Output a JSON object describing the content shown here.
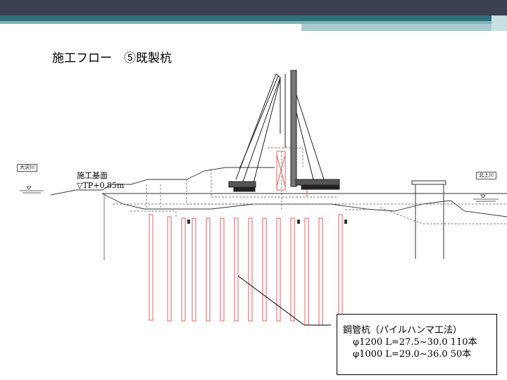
{
  "title": "施工フロー　⑤既製杭",
  "rivers": {
    "left": "大沢川",
    "right": "北上川"
  },
  "ground": {
    "label": "施工基面",
    "level": "▽TP+0.85m"
  },
  "callout": {
    "heading": "鋼管杭（パイルハンマ工法）",
    "line1": "φ1200  L=27.5~30.0 110本",
    "line2": "φ1000  L=29.0~36.0 50本"
  },
  "colors": {
    "pile": "#e06060",
    "header": "#3b4152",
    "teal": "#2f6f78"
  }
}
